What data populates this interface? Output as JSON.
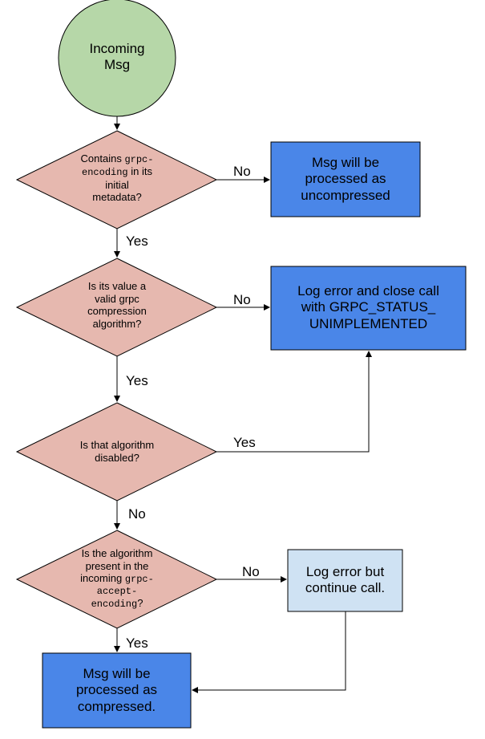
{
  "colors": {
    "start_fill": "#b6d7a8",
    "decision_fill": "#e6b8af",
    "box_fill": "#4a86e8",
    "light_box_fill": "#cfe2f3",
    "stroke": "#000000"
  },
  "start": {
    "line1": "Incoming",
    "line2": "Msg"
  },
  "decision1": {
    "l1a": "Contains ",
    "l1b": "grpc-",
    "l2a": "encoding",
    "l2b": " in its",
    "l3": "initial",
    "l4": "metadata?"
  },
  "decision2": {
    "l1": "Is its value a",
    "l2": "valid grpc",
    "l3": "compression",
    "l4": "algorithm?"
  },
  "decision3": {
    "l1": "Is that algorithm",
    "l2": "disabled?"
  },
  "decision4": {
    "l1": "Is the algorithm",
    "l2": "present in the",
    "l3a": "incoming ",
    "l3b": "grpc-",
    "l4": "accept-",
    "l5": "encoding",
    "l5b": "?"
  },
  "box_uncompressed": {
    "l1": "Msg will be",
    "l2": "processed as",
    "l3": "uncompressed"
  },
  "box_error": {
    "l1": "Log error and close call",
    "l2": "with GRPC_STATUS_",
    "l3": "UNIMPLEMENTED"
  },
  "box_log_continue": {
    "l1": "Log error but",
    "l2": "continue call."
  },
  "box_compressed": {
    "l1": "Msg will be",
    "l2": "processed as",
    "l3": "compressed."
  },
  "edges": {
    "d1_no": "No",
    "d1_yes": "Yes",
    "d2_no": "No",
    "d2_yes": "Yes",
    "d3_yes": "Yes",
    "d3_no": "No",
    "d4_no": "No",
    "d4_yes": "Yes"
  }
}
